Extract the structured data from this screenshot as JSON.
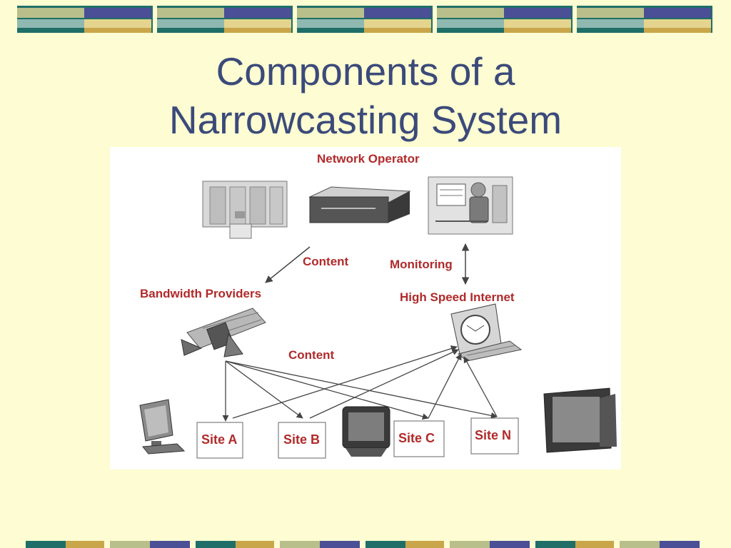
{
  "slide": {
    "title_line1": "Components of a",
    "title_line2": "Narrowcasting System"
  },
  "diagram": {
    "network_operator": "Network Operator",
    "content_label_top": "Content",
    "monitoring": "Monitoring",
    "bandwidth_providers": "Bandwidth Providers",
    "high_speed_internet": "High Speed Internet",
    "content_label_mid": "Content",
    "sites": [
      "Site A",
      "Site B",
      "Site C",
      "Site N"
    ]
  },
  "colors": {
    "background": "#fdfcd2",
    "title": "#3b4a7a",
    "label": "#b02a2a",
    "band_teal": "#1f6f68",
    "band_gold": "#c9a64a",
    "band_navy": "#4a4f96",
    "band_sage": "#b8bf8a"
  },
  "icons": [
    "server-room-icon",
    "network-appliance-icon",
    "operator-workstation-icon",
    "satellite-icon",
    "computer-monitor-icon",
    "flat-monitor-icon",
    "crt-monitor-icon",
    "television-icon"
  ]
}
